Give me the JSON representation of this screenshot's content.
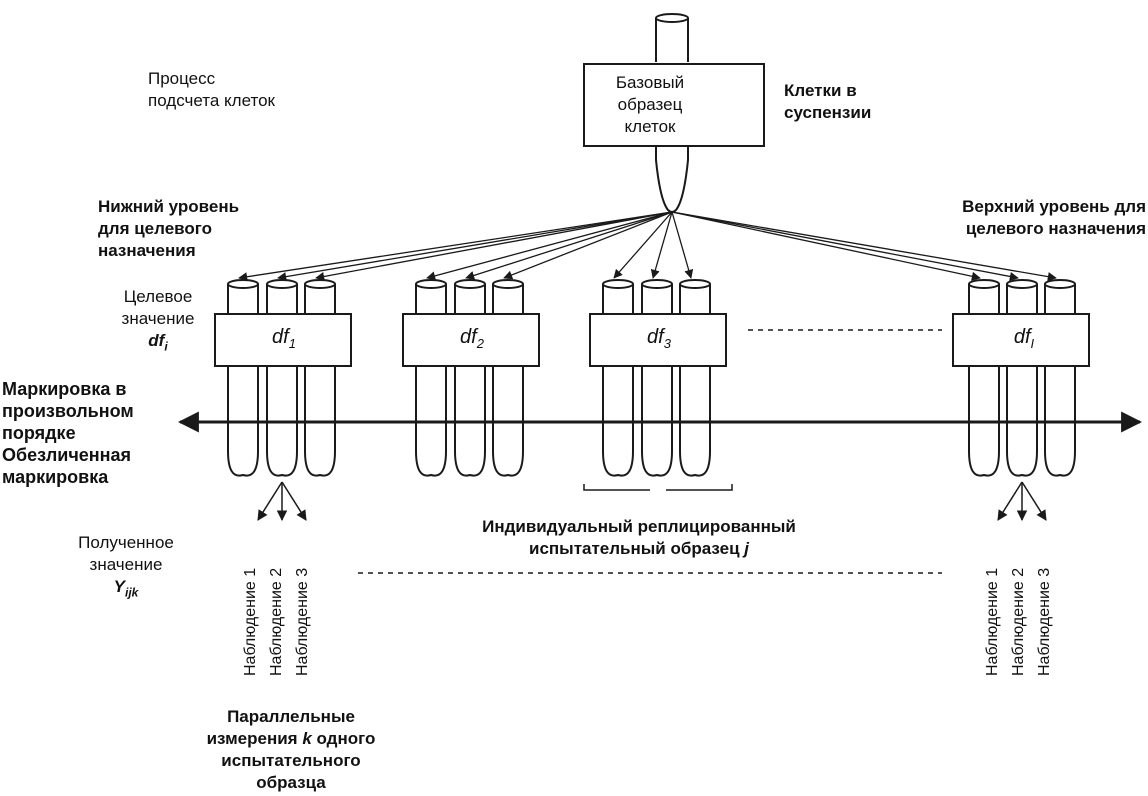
{
  "title": "Процесс подсчета клеток",
  "title_lines": [
    "Процесс",
    "подсчета клеток"
  ],
  "base_sample": {
    "lines": [
      "Базовый",
      "образец",
      "клеток"
    ]
  },
  "suspension": {
    "lines": [
      "Клетки в",
      "суспензии"
    ]
  },
  "lower_level": {
    "lines": [
      "Нижний уровень",
      "для целевого",
      "назначения"
    ]
  },
  "upper_level": {
    "lines": [
      "Верхний уровень для",
      "целевого назначения"
    ]
  },
  "target_value": {
    "lines": [
      "Целевое",
      "значение"
    ],
    "symbol": "df",
    "symbol_sub": "i"
  },
  "dilutions": [
    {
      "symbol": "df",
      "sub": "1"
    },
    {
      "symbol": "df",
      "sub": "2"
    },
    {
      "symbol": "df",
      "sub": "3"
    },
    {
      "symbol": "df",
      "sub": "I"
    }
  ],
  "labeling": {
    "lines": [
      "Маркировка в",
      "произвольном",
      "порядке",
      "Обезличенная",
      "маркировка"
    ]
  },
  "obtained_value": {
    "lines": [
      "Полученное",
      "значение"
    ],
    "symbol": "Y",
    "symbol_sub": "ijk"
  },
  "replicate": {
    "line1": "Индивидуальный реплицированный",
    "line2": "испытательный образец ",
    "symbol": "j"
  },
  "observations": [
    "Наблюдение 1",
    "Наблюдение 2",
    "Наблюдение 3"
  ],
  "parallel": {
    "line1": "Параллельные",
    "line2a": "измерения ",
    "line2b": "k",
    "line2c": " одного",
    "line3": "испытательного",
    "line4": "образца"
  },
  "colors": {
    "stroke": "#1a1a1a",
    "background": "#ffffff"
  }
}
